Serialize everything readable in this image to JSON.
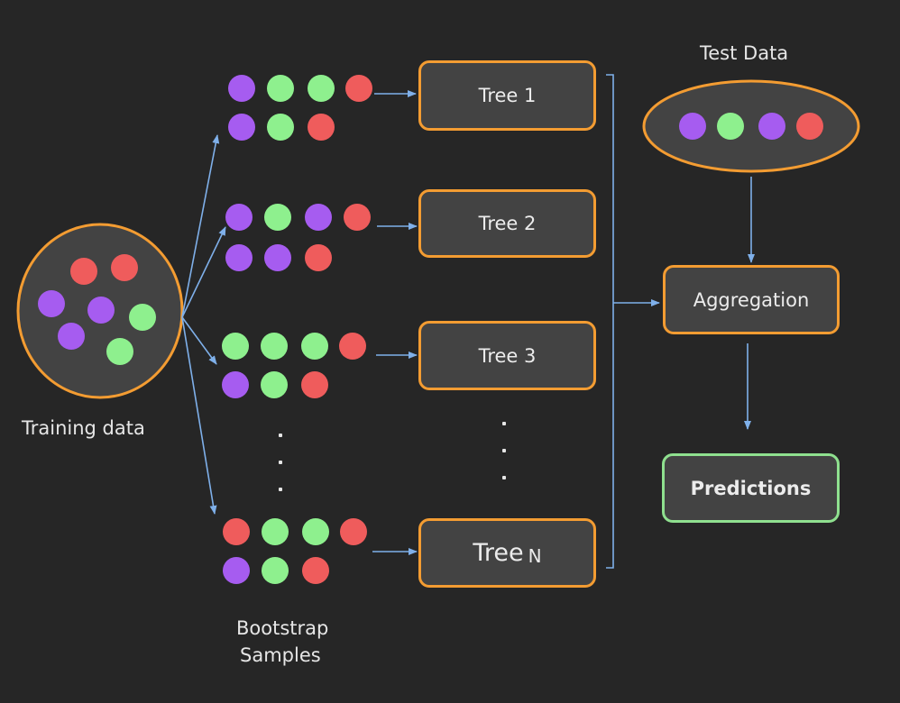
{
  "labels": {
    "training_data": "Training data",
    "bootstrap_line1": "Bootstrap",
    "bootstrap_line2": "Samples",
    "test_data": "Test Data",
    "aggregation": "Aggregation",
    "predictions": "Predictions"
  },
  "trees": [
    {
      "label": "Tree 1"
    },
    {
      "label": "Tree 2"
    },
    {
      "label": "Tree 3"
    },
    {
      "main": "Tree",
      "sub": "N"
    }
  ],
  "colors": {
    "background": "#262626",
    "box_fill": "#434343",
    "orange_border": "#f39c32",
    "green_border": "#8fe08f",
    "arrow": "#7fb0ea",
    "purple": "#a65cf0",
    "green": "#8ef08e",
    "red": "#ef5c5c"
  },
  "training_points": [
    "red",
    "red",
    "purple",
    "purple",
    "green",
    "purple",
    "green"
  ],
  "bootstrap_samples": [
    [
      "purple",
      "green",
      "green",
      "red",
      "purple",
      "green",
      "red"
    ],
    [
      "purple",
      "green",
      "purple",
      "red",
      "purple",
      "purple",
      "red"
    ],
    [
      "green",
      "green",
      "green",
      "red",
      "purple",
      "green",
      "red"
    ],
    [
      "red",
      "green",
      "green",
      "red",
      "purple",
      "green",
      "red"
    ]
  ],
  "test_points": [
    "purple",
    "green",
    "purple",
    "red"
  ]
}
